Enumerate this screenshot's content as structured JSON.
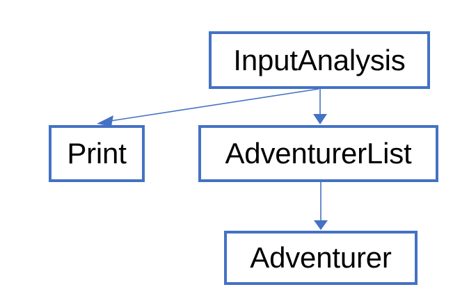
{
  "diagram": {
    "type": "class-dependency-graph",
    "background_color": "#ffffff",
    "node_border_color": "#4472C4",
    "node_fill_color": "#ffffff",
    "node_text_color": "#000000",
    "edge_color": "#4472C4",
    "nodes": [
      {
        "id": "inputanalysis",
        "label": "InputAnalysis"
      },
      {
        "id": "print",
        "label": "Print"
      },
      {
        "id": "adventurerlist",
        "label": "AdventurerList"
      },
      {
        "id": "adventurer",
        "label": "Adventurer"
      }
    ],
    "edges": [
      {
        "from": "inputanalysis",
        "to": "print",
        "arrow": "triangle"
      },
      {
        "from": "inputanalysis",
        "to": "adventurerlist",
        "arrow": "triangle"
      },
      {
        "from": "adventurerlist",
        "to": "adventurer",
        "arrow": "triangle"
      }
    ]
  }
}
